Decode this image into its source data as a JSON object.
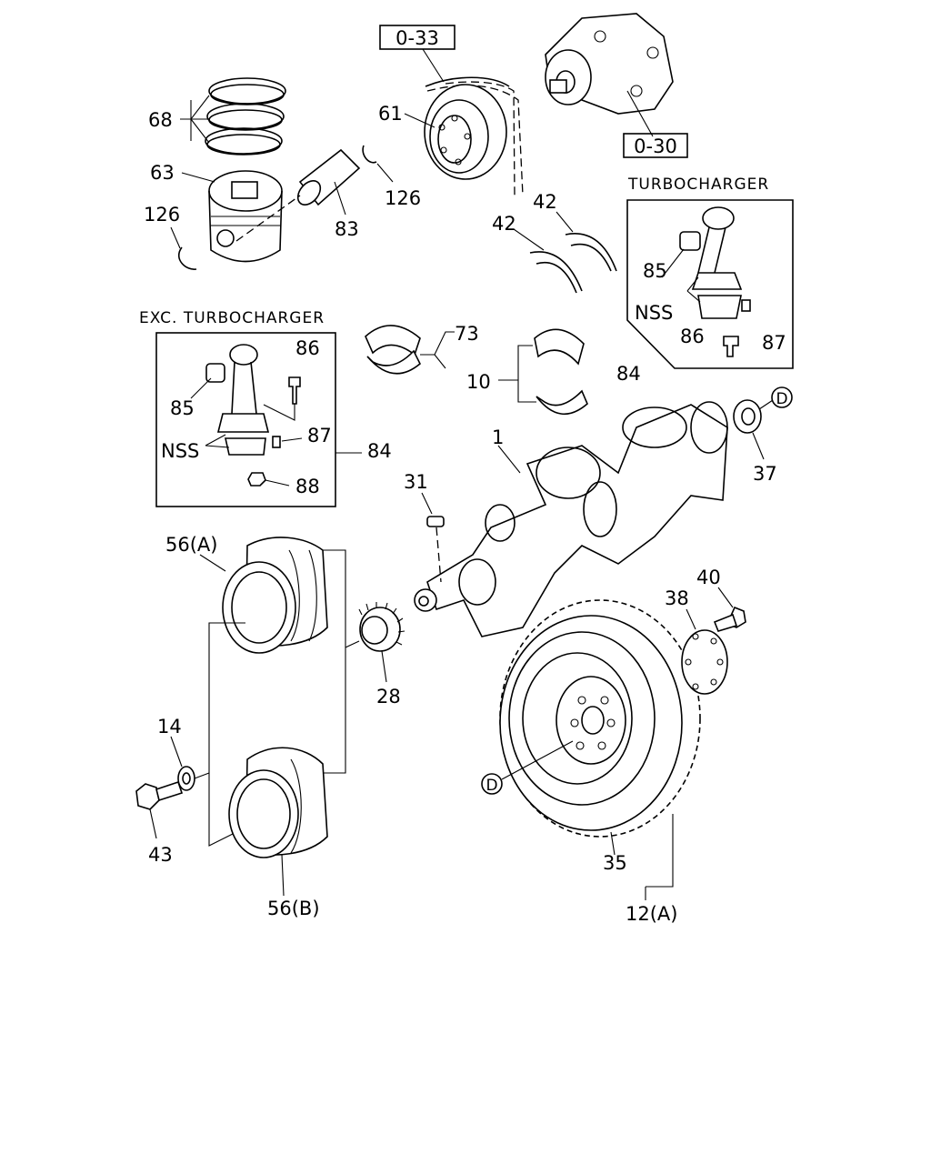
{
  "section_labels": {
    "turbocharger": "TURBOCHARGER",
    "exc_turbocharger": "EXC. TURBOCHARGER"
  },
  "references": {
    "ref_033": "0-33",
    "ref_030": "0-30",
    "d_marker": "D"
  },
  "callouts": {
    "p68": "68",
    "p63": "63",
    "p126a": "126",
    "p126b": "126",
    "p83": "83",
    "p61": "61",
    "p42a": "42",
    "p42b": "42",
    "t85": "85",
    "tnss": "NSS",
    "t86": "86",
    "t87": "87",
    "t84": "84",
    "p73": "73",
    "p10": "10",
    "e86": "86",
    "e85": "85",
    "enss": "NSS",
    "e87": "87",
    "e84": "84",
    "e88": "88",
    "p1": "1",
    "p37": "37",
    "p31": "31",
    "p56a": "56(A)",
    "p28": "28",
    "p14": "14",
    "p43": "43",
    "p56b": "56(B)",
    "p40": "40",
    "p38": "38",
    "p35": "35",
    "p12a": "12(A)"
  }
}
